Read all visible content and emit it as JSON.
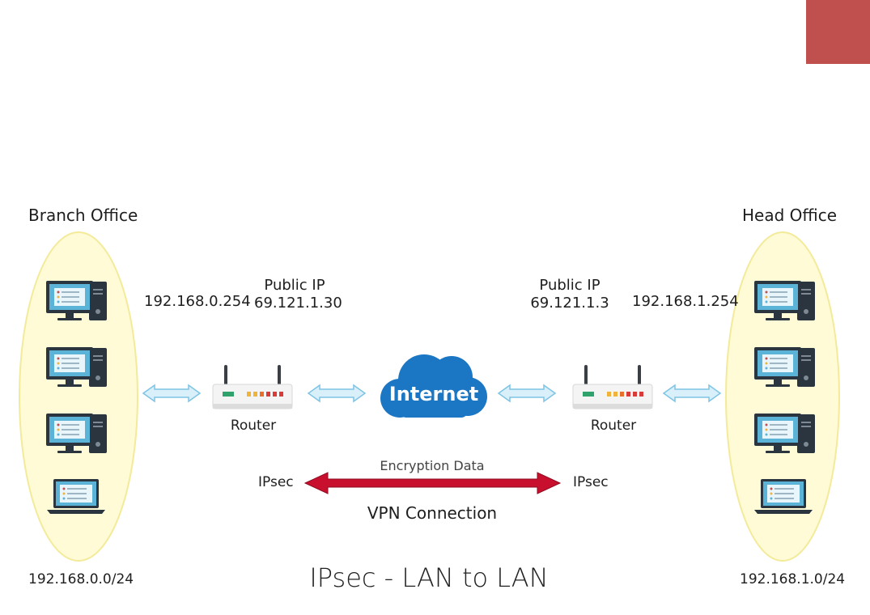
{
  "accent": "#c0504d",
  "colors": {
    "lan_fill": "#fffbd6",
    "lan_stroke": "#f3ea9a",
    "cloud": "#1b76c4",
    "arrow_fill": "#d9f0fb",
    "arrow_stroke": "#7fc4e4",
    "vpn_arrow": "#c8102e"
  },
  "left": {
    "office": "Branch Office",
    "lan_ip": "192.168.0.254",
    "public_label": "Public IP",
    "public_ip": "69.121.1.30",
    "subnet": "192.168.0.0/24",
    "router": "Router",
    "ipsec": "IPsec"
  },
  "right": {
    "office": "Head Office",
    "lan_ip": "192.168.1.254",
    "public_label": "Public IP",
    "public_ip": "69.121.1.3",
    "subnet": "192.168.1.0/24",
    "router": "Router",
    "ipsec": "IPsec"
  },
  "internet": "Internet",
  "encryption": "Encryption Data",
  "vpn": "VPN Connection",
  "title": "IPsec - LAN to LAN",
  "icons": {
    "desktop": "desktop-computer-icon",
    "laptop": "laptop-icon",
    "router": "router-icon",
    "cloud": "cloud-icon"
  }
}
